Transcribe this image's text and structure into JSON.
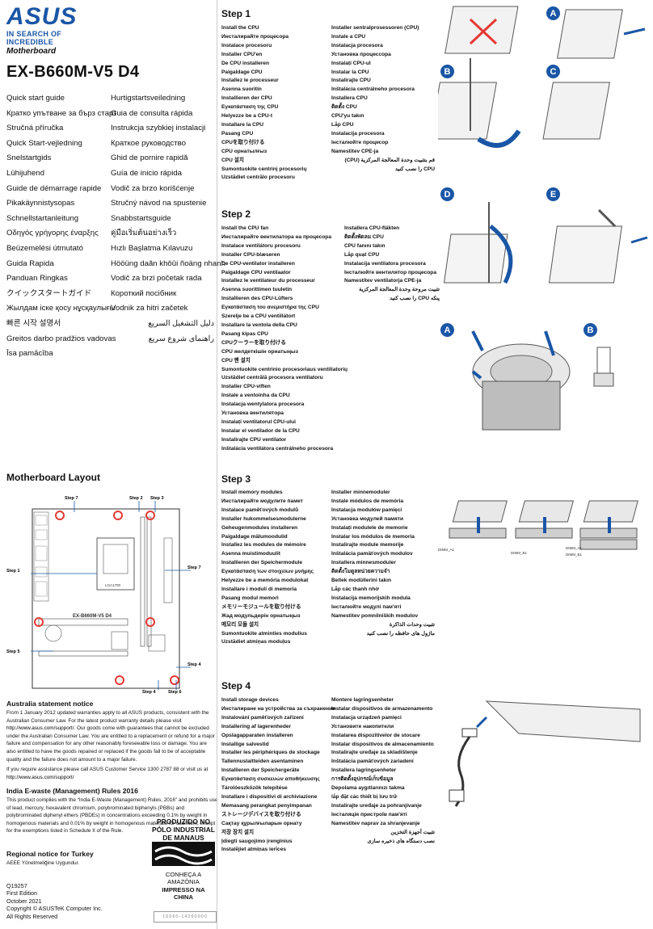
{
  "header": {
    "logo": "ASUS",
    "tagline": "IN SEARCH OF INCREDIBLE",
    "product_type": "Motherboard",
    "model": "EX-B660M-V5 D4"
  },
  "languages": {
    "col1": [
      "Quick start guide",
      "Кратко упътване за бърз старт",
      "Stručná příručka",
      "Quick Start-vejledning",
      "Snelstartgids",
      "Lühijuhend",
      "Guide de démarrage rapide",
      "Pikakäynnistysopas",
      "Schnellstartanleitung",
      "Οδηγός γρήγορης έναρξης",
      "Beüzemelési útmutató",
      "Guida Rapida",
      "Panduan Ringkas",
      "クイックスタートガイド",
      "Жылдам іске қосу нұсқаулығы",
      "빠른 시작 설명서",
      "Greitos darbo pradžios vadovas",
      "Īsa pamācība"
    ],
    "col2": [
      "Hurtigstartsveiledning",
      "Guia de consulta rápida",
      "Instrukcja szybkiej instalacji",
      "Краткое руководство",
      "Ghid de pornire rapidă",
      "Guía de inicio rápida",
      "Vodič za brzo korišćenje",
      "Stručný návod na spustenie",
      "Snabbstartsguide",
      "คู่มือเริ่มต้นอย่างเร็ว",
      "Hızlı Başlatma Kılavuzu",
      "Hööüng daãn khôûi ñoäng nhanh",
      "Vodič za brzi početak rada",
      "Короткий посібник",
      "Vodnik za hitri začetek"
    ],
    "col2_rtl": [
      "دليل التشغيل السريع",
      "راهنمای شروع سریع"
    ]
  },
  "layout": {
    "title": "Motherboard Layout",
    "labels": [
      "Step 7",
      "Step 2",
      "Step 3",
      "Step 1",
      "Step 7",
      "Step 5",
      "Step 4",
      "Step 4",
      "Step 6"
    ],
    "board_text": "EX-B660M-V5 D4",
    "socket_label": "LGA1700"
  },
  "steps": {
    "step1": {
      "title": "Step 1",
      "col1": [
        "Install the CPU",
        "Инсталирайте процесора",
        "Instalace procesoru",
        "Installer CPU'en",
        "De CPU installeren",
        "Paigaldage CPU",
        "Installez le processeur",
        "Asenna suoritin",
        "Installieren der CPU",
        "Εγκατάσταση της CPU",
        "Helyezze be a CPU-t",
        "Installare la CPU",
        "Pasang CPU",
        "CPUを取り付ける",
        "CPU орнатылғыз",
        "CPU 설치",
        "Sumontuokite centrinį procesorių",
        "Uzstādiet centrālo procesoru"
      ],
      "col2": [
        "Installer sentralprosessoren (CPU)",
        "Instale a CPU",
        "Instalacja procesora",
        "Установка процессора",
        "Instalați CPU-ul",
        "Instalar la CPU",
        "Instalirajte CPU",
        "Inštalácia centrálneho procesora",
        "Installera CPU",
        "ติดตั้ง CPU",
        "CPU'yu takın",
        "Lắp CPU",
        "Instalacija procesora",
        "Інсталюйте процесор",
        "Namestitev CPE-ja"
      ],
      "rtl": [
        "قم بتثبيت وحدة المعالجة المركزية (CPU)",
        "CPU را نصب کنید"
      ],
      "badges": [
        "A",
        "B",
        "C",
        "D",
        "E"
      ]
    },
    "step2": {
      "title": "Step 2",
      "col1": [
        "Install the CPU fan",
        "Инсталирайте вентилатора на процесора",
        "Instalace ventilátoru procesoru",
        "Installer CPU-blæseren",
        "De CPU-ventilator installeren",
        "Paigaldage CPU ventilaator",
        "Installez le ventilateur du processeur",
        "Asenna suorittimen tuuletin",
        "Installieren des CPU-Lüfters",
        "Εγκατάσταση του ανεμιστήρα της CPU",
        "Szerelje be a CPU ventillátort",
        "Installare la ventola della CPU",
        "Pasang kipas CPU",
        "CPUクーラーを取り付ける",
        "CPU желдеткішін орнатыңыз",
        "CPU 팬 설치",
        "Sumontuokite centrinio procesoriaus ventiliatorių",
        "Uzstādiet centrālā procesora ventilatoru",
        "Installer CPU-viften",
        "Instale a ventoinha da CPU",
        "Instalacja wentylatora procesora",
        "Установка вентилятора",
        "Instalați ventilatorul CPU-ului",
        "Instalar el ventilador de la CPU",
        "Instalirajte CPU ventilator",
        "Inštalácia ventilátora centrálneho procesora"
      ],
      "col2": [
        "Installera CPU-fläkten",
        "ติดตั้งพัดลม CPU",
        "CPU fanını takın",
        "Lắp quạt CPU",
        "Instalacija ventilatora procesora",
        "Інсталюйте вентилятор процесора",
        "Namestitev ventilatorja CPE-ja"
      ],
      "rtl": [
        "تثبيت مروحة وحدة المعالجة المركزية",
        "پنکه CPU را نصب کنید"
      ],
      "badges": [
        "A",
        "B"
      ]
    },
    "step3": {
      "title": "Step 3",
      "col1": [
        "Install memory modules",
        "Инсталирайте модулите памет",
        "Instalace paměťových modulů",
        "Installer hukommelsesmodulerne",
        "Geheugenmodules installeren",
        "Paigaldage mälumoodulid",
        "Installez les modules de mémoire",
        "Asenna muistimoduulit",
        "Installieren der Speichermodule",
        "Εγκατάσταση των στοιχείων μνήμης",
        "Helyezze be a memória modulokat",
        "Installare i moduli di memoria",
        "Pasang modul memori",
        "メモリーモジュールを取り付ける",
        "Жад модульдерін орнатыңыз",
        "메모리 모듈 설치",
        "Sumontuokite atminties modulius",
        "Uzstādiet atmiņas moduļus"
      ],
      "col2": [
        "Installer minnemoduler",
        "Instale módulos de memória",
        "Instalacja modułów pamięci",
        "Установка модулей памяти",
        "Instalați modulele de memorie",
        "Instalar los módulos de memoria",
        "Instalirajte module memorije",
        "Inštalácia pamäťových modulov",
        "Installera minnesmoduler",
        "ติดตั้งโมดูลหน่วยความจำ",
        "Bellek modüllerini takın",
        "Lắp các thanh nhớ",
        "Instalacija memorijskih modula",
        "Інсталюйте модулі пам'яті",
        "Namestitev pomnilniških modulov"
      ],
      "rtl": [
        "تثبيت وحدات الذاكرة",
        "ماژول های حافظه را نصب کنید"
      ],
      "slot_labels": [
        "DIMM_A1",
        "DIMM_B1",
        "DIMM_A1",
        "DIMM_B1"
      ]
    },
    "step4": {
      "title": "Step 4",
      "col1": [
        "Install storage devices",
        "Инсталиране на устройства за съхранение",
        "Instalování paměťových zařízení",
        "Installering af lagerenheder",
        "Opslagapparaten installeren",
        "Installige salvestid",
        "Installer les périphériques de stockage",
        "Tallennuslaitteiden asentaminen",
        "Installieren der Speichergeräte",
        "Εγκατάσταση συσκευών αποθήκευσης",
        "Tárolóeszközök telepítése",
        "Installare i dispositivi di archiviazione",
        "Memasang perangkat penyimpanan",
        "ストレージデバイスを取り付ける",
        "Сақтау құрылғыларын орнату",
        "저장 장치 설치",
        "Įdiegti saugojimo įrenginius",
        "Instalējiet atmiņas ierīces"
      ],
      "col2": [
        "Montere lagringsenheter",
        "Instalar dispositivos de armazenamento",
        "Instalacja urządzeń pamięci",
        "Установите накопители",
        "Instalarea dispozitivelor de stocare",
        "Instalar dispositivos de almacenamiento",
        "Instalirajte uređaje za skladištenje",
        "Inštalácia pamäťových zariadení",
        "Installera lagringsenheter",
        "การติดตั้งอุปกรณ์เก็บข้อมูล",
        "Depolama aygıtlarınızı takma",
        "lắp đặt các thiết bị lưu trữ",
        "Instalirajte uređaje za pohranjivanje",
        "Інсталяція пристроїв пам'яті",
        "Namestitev naprav za shranjevanje"
      ],
      "rtl": [
        "تثبيت أجهزة التخزين",
        "نصب دستگاه های ذخیره سازی"
      ]
    }
  },
  "notices": {
    "australia_title": "Australia statement notice",
    "australia_p1": "From 1 January 2012 updated warranties apply to all ASUS products, consistent with the Australian Consumer Law. For the latest product warranty details please visit",
    "australia_link1": "http://www.asus.com/support/",
    "australia_p1b": ". Our goods come with guarantees that cannot be excluded under the Australian Consumer Law. You are entitled to a replacement or refund for a major failure and compensation for any other reasonably foreseeable loss or damage. You are also entitled to have the goods repaired or replaced if the goods fail to be of acceptable quality and the failure does not amount to a major failure.",
    "australia_p2": "If you require assistance please call ASUS Customer Service 1300 2787 88 or visit us at",
    "australia_link2": "http://www.asus.com/support/",
    "india_title": "India E-waste (Management) Rules 2016",
    "india_text": "This product complies with the “India E-Waste (Management) Rules, 2016” and prohibits use of lead, mercury, hexavalent chromium, polybrominated biphenyls (PBBs) and polybrominated diphenyl ethers (PBDEs) in concentrations exceeding 0.1% by weight in homogenous materials and 0.01% by weight in homogenous materials for cadmium, except for the exemptions listed in Schedule II of the Rule.",
    "turkey_title": "Regional notice for Turkey",
    "turkey_text": "AEEE Yönetmeliğine Uygundur."
  },
  "footer": {
    "code": "Q19257",
    "edition": "First Edition",
    "date": "October 2021",
    "copyright": "Copyright © ASUSTeK Computer Inc.",
    "rights": "All Rights Reserved"
  },
  "stamp": {
    "line1": "PRODUZIDO NO",
    "line2": "PÓLO INDUSTRIAL",
    "line3": "DE MANAUS",
    "line4": "CONHEÇA A AMAZÔNIA",
    "line5": "IMPRESSO NA CHINA",
    "barcode": "15060-14260000"
  },
  "colors": {
    "brand": "#1a56a6",
    "socket_highlight": "#e53935"
  }
}
